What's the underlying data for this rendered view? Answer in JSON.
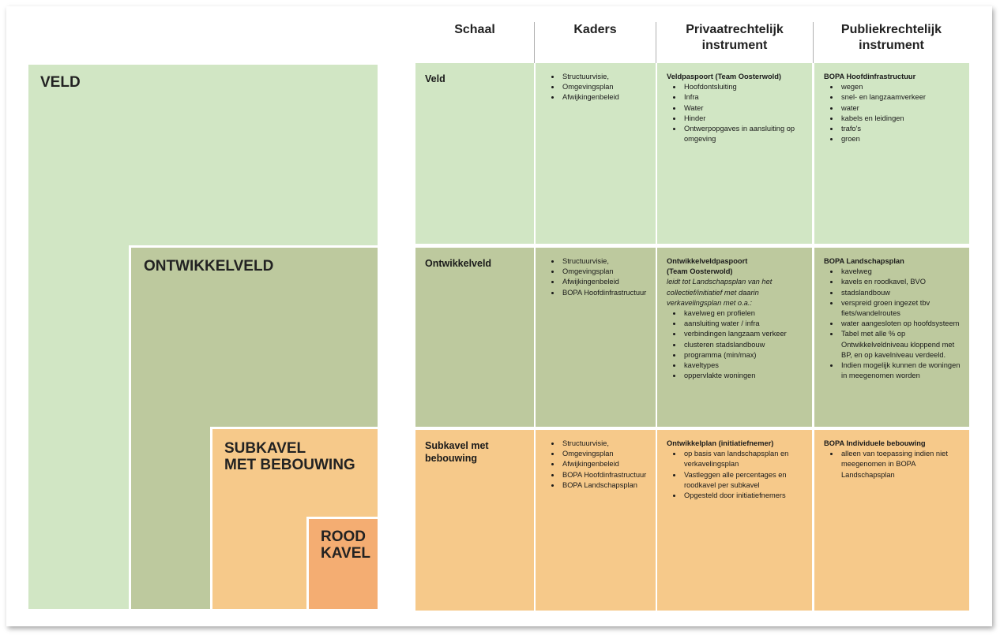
{
  "blocks": {
    "veld": "VELD",
    "ontwikkelveld": "ONTWIKKELVELD",
    "subkavel": "SUBKAVEL\nMET BEBOUWING",
    "roodkavel": "ROOD\nKAVEL"
  },
  "headers": {
    "schaal": "Schaal",
    "kaders": "Kaders",
    "privaat": "Privaatrechtelijk instrument",
    "publiek": "Publiekrechtelijk instrument"
  },
  "rows": [
    {
      "schaal": "Veld",
      "kaders": [
        "Structuurvisie,",
        "Omgevingsplan",
        "Afwijkingenbeleid"
      ],
      "privaat_title": "Veldpaspoort (Team Oosterwold)",
      "privaat_intro": "",
      "privaat_items": [
        "Hoofdontsluiting",
        "Infra",
        "Water",
        "Hinder",
        "Ontwerpopgaves in aansluiting op omgeving"
      ],
      "publiek_title": "BOPA Hoofdinfrastructuur",
      "publiek_items": [
        "wegen",
        "snel- en langzaamverkeer",
        "water",
        "kabels en leidingen",
        "trafo's",
        "groen"
      ]
    },
    {
      "schaal": "Ontwikkelveld",
      "kaders": [
        "Structuurvisie,",
        "Omgevingsplan",
        "Afwijkingenbeleid",
        "BOPA Hoofdinfrastructuur"
      ],
      "privaat_title": "Ontwikkelveldpaspoort\n(Team Oosterwold)",
      "privaat_intro": "leidt tot Landschapsplan van het collectief/initiatief met daarin verkavelingsplan met o.a.:",
      "privaat_items": [
        "kavelweg en profielen",
        "aansluiting water / infra",
        "verbindingen langzaam verkeer",
        "clusteren stadslandbouw",
        "programma (min/max)",
        "kaveltypes",
        "oppervlakte woningen"
      ],
      "publiek_title": "BOPA Landschapsplan",
      "publiek_items": [
        "kavelweg",
        "kavels en roodkavel, BVO",
        "stadslandbouw",
        "verspreid groen ingezet tbv fiets/wandelroutes",
        "water aangesloten op hoofdsysteem",
        "Tabel met alle % op Ontwikkelveldniveau kloppend met BP, en op kavelniveau verdeeld.",
        "Indien mogelijk kunnen de woningen in meegenomen worden"
      ]
    },
    {
      "schaal": "Subkavel met\nbebouwing",
      "kaders": [
        "Structuurvisie,",
        "Omgevingsplan",
        "Afwijkingenbeleid",
        "BOPA Hoofdinfrastructuur",
        "BOPA Landschapsplan"
      ],
      "privaat_title": "Ontwikkelplan (initiatiefnemer)",
      "privaat_intro": "",
      "privaat_items": [
        "op basis van landschapsplan en verkavelingsplan",
        "Vastleggen alle percentages en roodkavel per subkavel",
        "Opgesteld door initiatiefnemers"
      ],
      "publiek_title": "BOPA Individuele bebouwing",
      "publiek_items": [
        "alleen van toepassing indien niet meegenomen in BOPA Landschapsplan"
      ]
    }
  ]
}
